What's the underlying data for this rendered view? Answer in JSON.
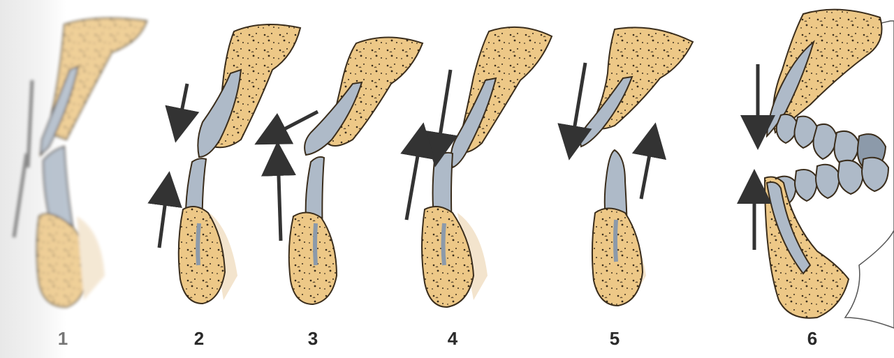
{
  "figure": {
    "panels": [
      {
        "label": "1",
        "arrows": "opposing-shear"
      },
      {
        "label": "2",
        "arrows": "axial-compression"
      },
      {
        "label": "3",
        "arrows": "lateral-and-upward"
      },
      {
        "label": "4",
        "arrows": "opposing-shear"
      },
      {
        "label": "5",
        "arrows": "separation"
      },
      {
        "label": "6",
        "arrows": "axial-compression-jaws"
      }
    ],
    "colors": {
      "bone": "#EDC887",
      "bone_outline": "#3a2d1c",
      "tooth": "#AEBAC8",
      "tooth_shadow": "#8C9AAA",
      "arrow": "#333333",
      "shadow": "#F3E4CD"
    },
    "icons": [
      "bone-segment",
      "tooth-root",
      "force-arrow"
    ]
  }
}
